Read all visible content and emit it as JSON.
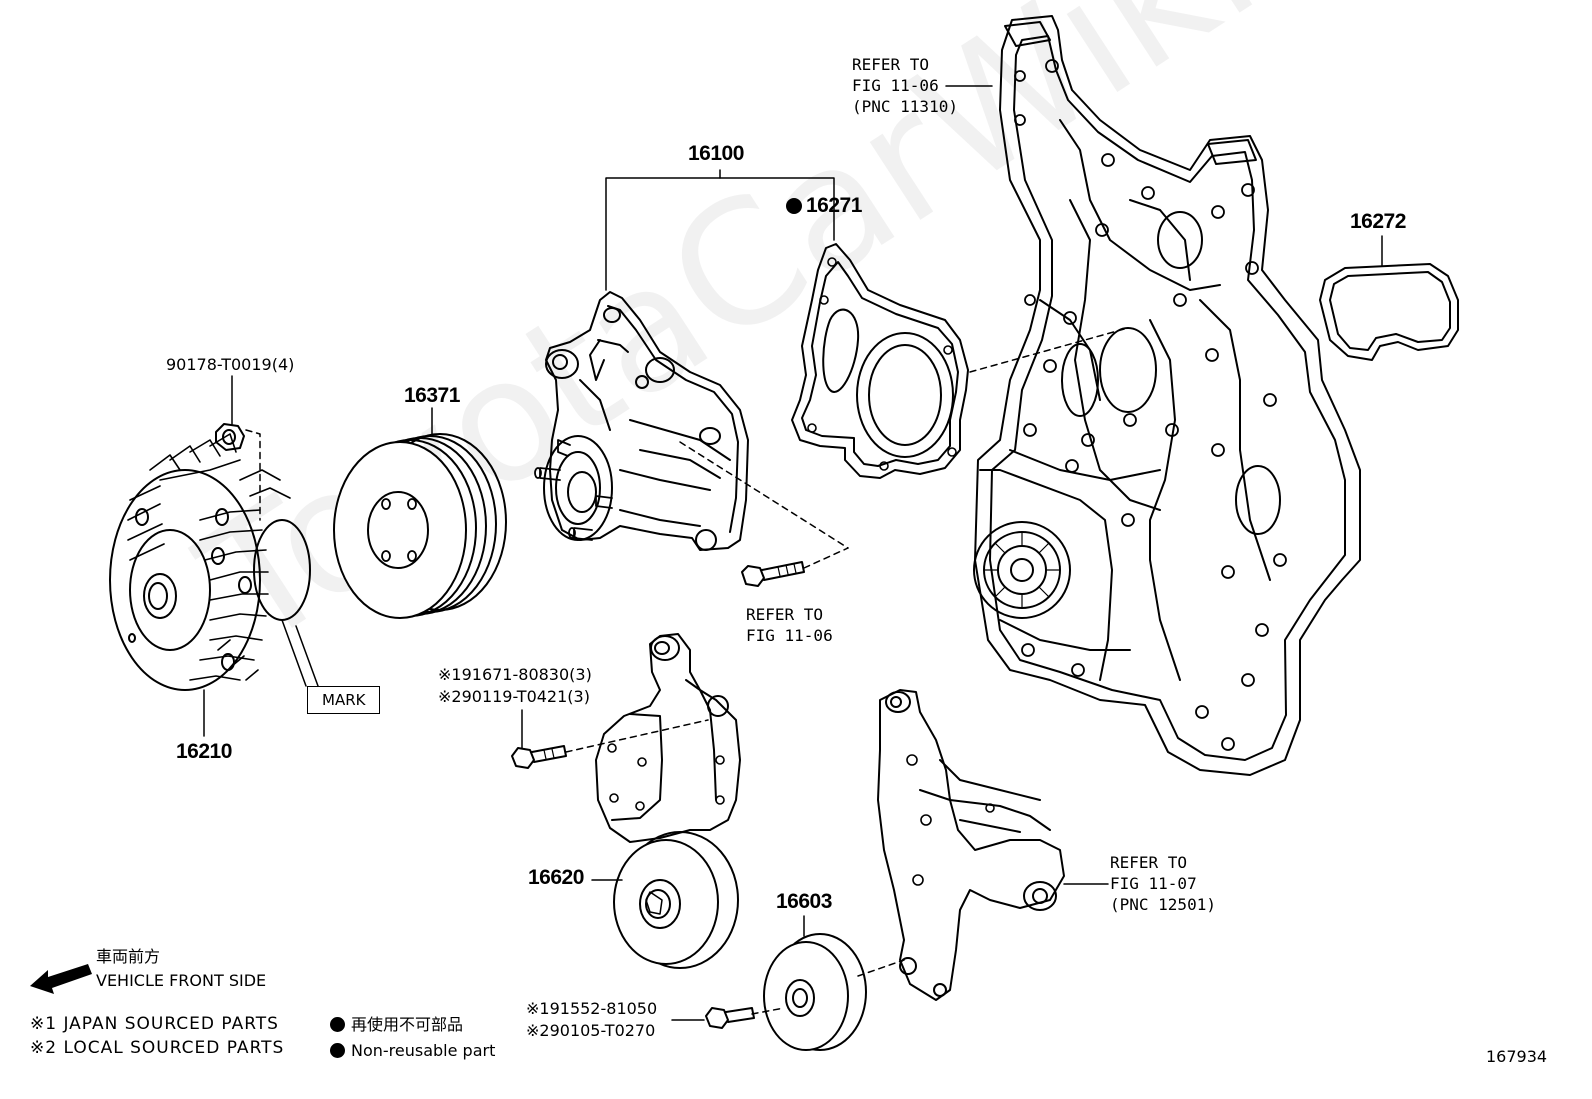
{
  "watermark": "ToyotaCarWiki.ru",
  "diagram_id": "167934",
  "parts": {
    "p16100": "16100",
    "p16271": "16271",
    "p16272": "16272",
    "p16371": "16371",
    "p16210": "16210",
    "p16620": "16620",
    "p16603": "16603",
    "nut": "90178-T0019(4)"
  },
  "bolts": {
    "tensioner_line1": "※191671-80830(3)",
    "tensioner_line2": "※290119-T0421(3)",
    "idler_line1": "※191552-81050",
    "idler_line2": "※290105-T0270"
  },
  "refs": {
    "ref1_line1": "REFER TO",
    "ref1_line2": "FIG 11-06",
    "ref1_line3": "(PNC 11310)",
    "ref2_line1": "REFER TO",
    "ref2_line2": "FIG 11-06",
    "ref3_line1": "REFER TO",
    "ref3_line2": "FIG 11-07",
    "ref3_line3": "(PNC 12501)"
  },
  "mark_label": "MARK",
  "front": {
    "jp": "車両前方",
    "en": "VEHICLE FRONT SIDE"
  },
  "legend": {
    "japan": "※1 JAPAN SOURCED PARTS",
    "local": "※2 LOCAL SOURCED PARTS",
    "nonreuse_jp": "再使用不可部品",
    "nonreuse_en": "Non-reusable part"
  }
}
